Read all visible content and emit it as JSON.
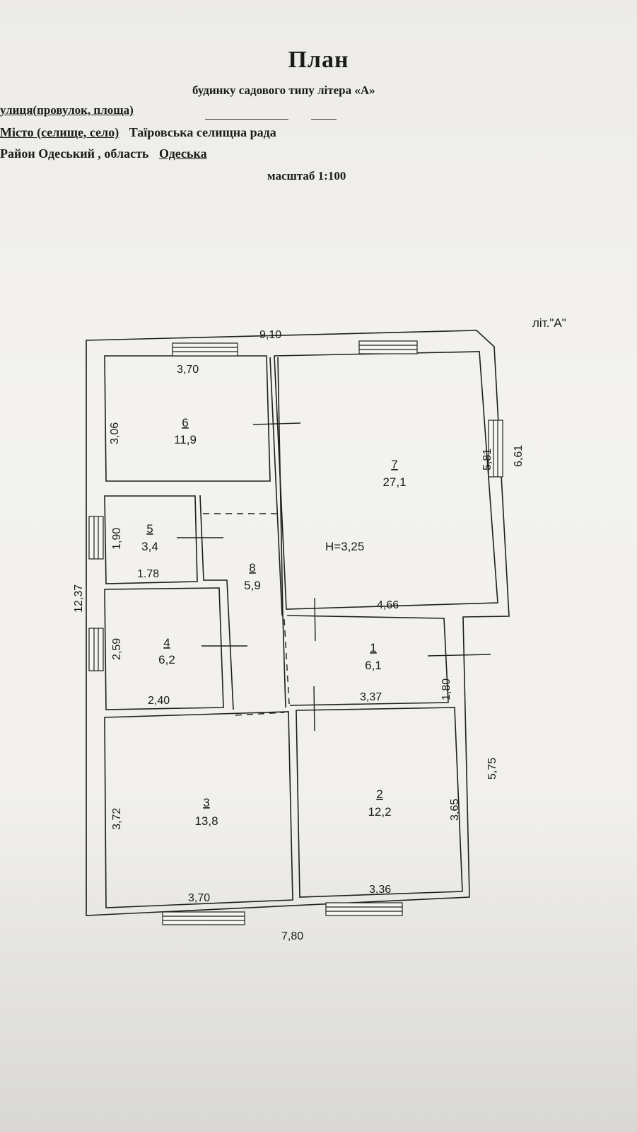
{
  "header": {
    "title": "План",
    "subtitle": "будинку садового  типу    літера «А»",
    "street_label": "улиця(провулок, площа)",
    "city_label": "Місто (селище, село)",
    "city_value": "Таїровська селищна рада",
    "region_prefix": "Район Одеський , область",
    "region_value": "Одеська",
    "scale": "масштаб 1:100"
  },
  "plan": {
    "litera": "літ.\"А\"",
    "height": "Н=3,25",
    "outer_dims": {
      "top": "9,10",
      "bottom": "7,80",
      "left": "12,37",
      "right_upper": "6,61",
      "right_lower": "5,75"
    },
    "rooms": [
      {
        "number": "1",
        "area": "6,1",
        "width": "3,37",
        "depth": "1,80"
      },
      {
        "number": "2",
        "area": "12,2",
        "width": "3,36",
        "depth": "3,65"
      },
      {
        "number": "3",
        "area": "13,8",
        "width": "3,70",
        "depth": "3,72"
      },
      {
        "number": "4",
        "area": "6,2",
        "width": "2,40",
        "depth": "2,59"
      },
      {
        "number": "5",
        "area": "3,4",
        "width": "1.78",
        "depth": "1,90"
      },
      {
        "number": "6",
        "area": "11,9",
        "width": "3,70",
        "depth": "3,06"
      },
      {
        "number": "7",
        "area": "27,1",
        "width": "4,66",
        "depth": "5,81"
      },
      {
        "number": "8",
        "area": "5,9"
      }
    ]
  }
}
